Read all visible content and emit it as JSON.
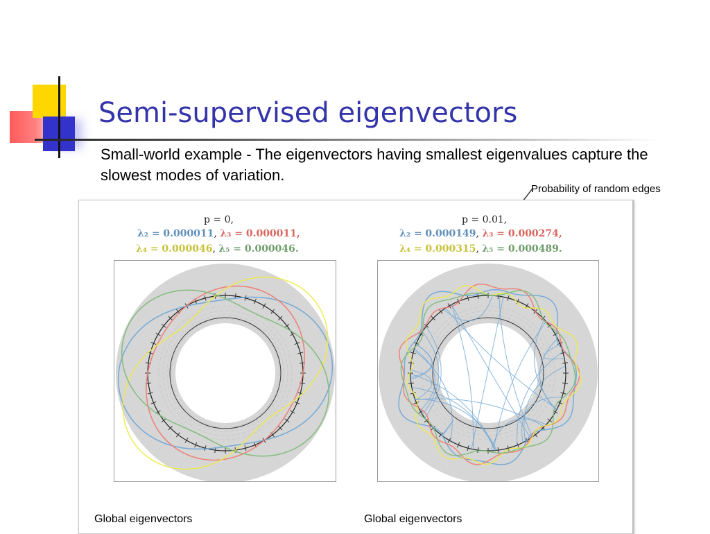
{
  "slide": {
    "title": "Semi-supervised eigenvectors",
    "subtitle": "Small-world example - The eigenvectors having smallest eigenvalues capture the slowest modes of variation.",
    "annotation": "Probability of random edges",
    "accent_colors": {
      "yellow": "#ffd700",
      "blue": "#3333cc",
      "red": "#ff5a5a",
      "title": "#3333aa"
    }
  },
  "left_panel": {
    "p_label": "p = 0,",
    "lambda2": "λ₂ = 0.000011",
    "lambda3": "λ₃ = 0.000011,",
    "lambda4": "λ₄ = 0.000046",
    "lambda5": "λ₅ = 0.000046.",
    "caption": "Global eigenvectors"
  },
  "right_panel": {
    "p_label": "p = 0.01,",
    "lambda2": "λ₂ = 0.000149",
    "lambda3": "λ₃ = 0.000274,",
    "lambda4": "λ₄ = 0.000315",
    "lambda5": "λ₅ = 0.000489.",
    "caption": "Global eigenvectors"
  },
  "curve_colors": {
    "lambda2": "#6ea6d6",
    "lambda3": "#f07a6e",
    "lambda4": "#eeea4a",
    "lambda5": "#7dbb78"
  }
}
